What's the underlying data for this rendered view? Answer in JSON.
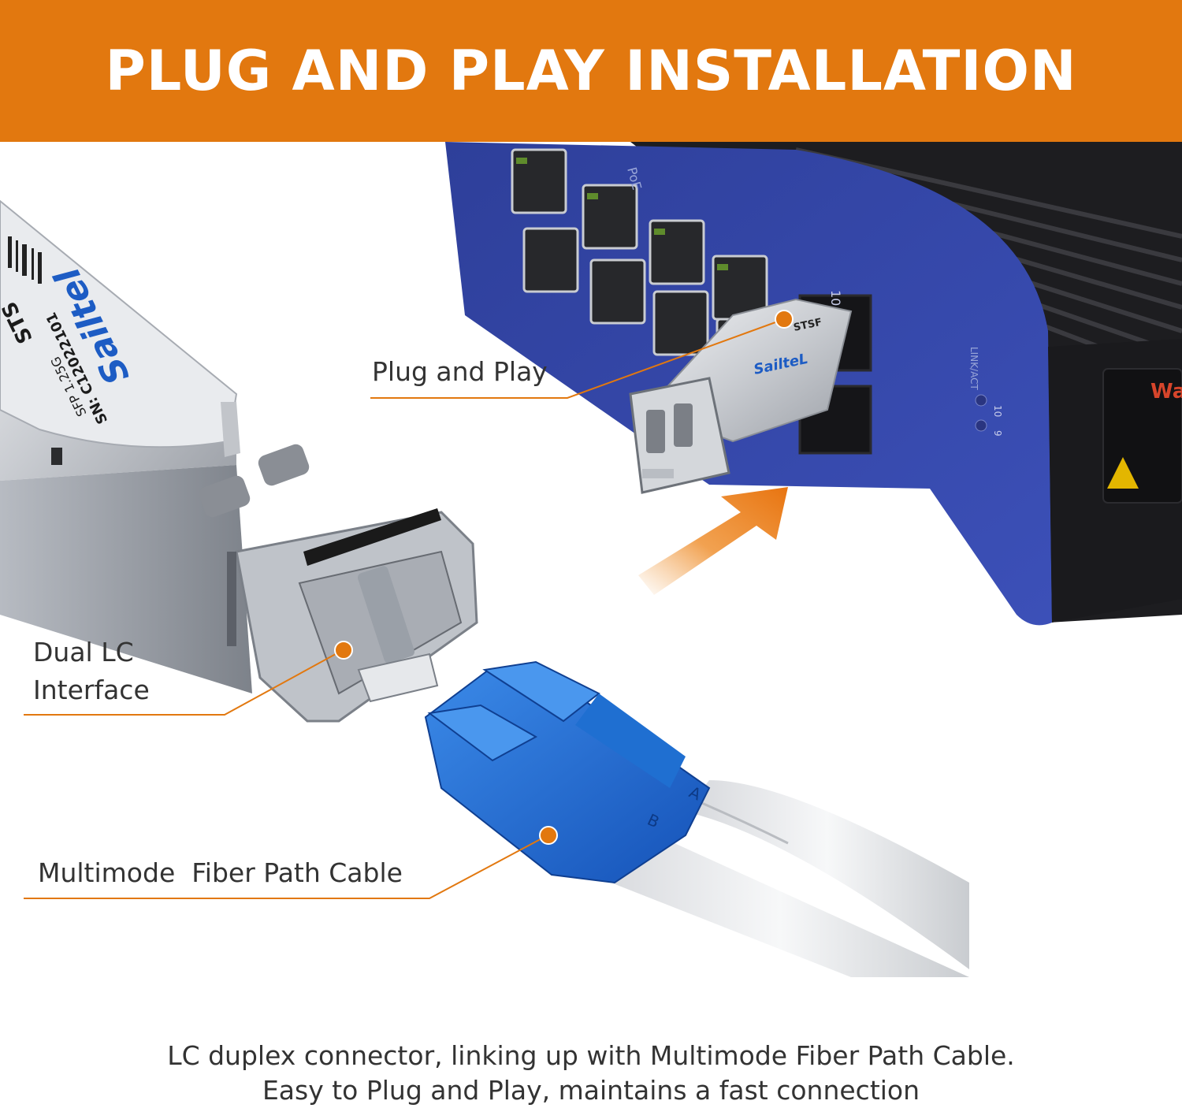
{
  "banner": {
    "title": "PLUG AND PLAY INSTALLATION"
  },
  "callouts": {
    "plug": "Plug and Play",
    "lc_line1": "Dual LC",
    "lc_line2": "Interface",
    "cable": "Multimode  Fiber Path Cable"
  },
  "module": {
    "brand": "Sailtel",
    "brand_small": "SailteL",
    "model_fragment": "STS",
    "model_fragment_small": "STSF",
    "sn": "SN: C12022101",
    "spec_fragment": "SFP 1.25G"
  },
  "switch": {
    "port_label_top": "PoE",
    "port_number": "10",
    "led_header": "LINK/ACT",
    "led_1": "10",
    "led_2": "9",
    "warning": "Wa"
  },
  "connector": {
    "tab_a": "A",
    "tab_b": "B"
  },
  "caption": {
    "line1": "LC duplex connector, linking up with Multimode Fiber Path Cable.",
    "line2": "Easy to Plug and Play, maintains a fast connection"
  },
  "colors": {
    "accent": "#e2780f",
    "switch_blue": "#3346a8",
    "connector_blue": "#1f6fd1"
  }
}
